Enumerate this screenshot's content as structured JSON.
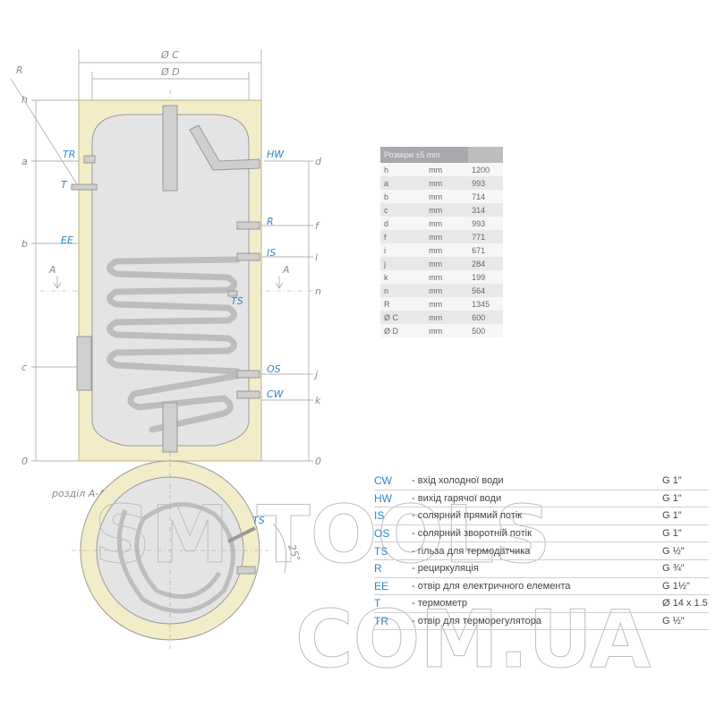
{
  "diagram": {
    "dimension_labels": {
      "oc": "Ø C",
      "od": "Ø D",
      "R": "R",
      "h": "h",
      "a": "a",
      "b": "b",
      "c": "c",
      "zero_left": "0",
      "d": "d",
      "f": "f",
      "i": "i",
      "n": "n",
      "j": "j",
      "k": "k",
      "zero_right": "0",
      "A_left": "A",
      "A_right": "A"
    },
    "connection_labels": {
      "TR": "TR",
      "T": "T",
      "EE": "EE",
      "HW": "HW",
      "R": "R",
      "IS": "IS",
      "TS": "TS",
      "OS": "OS",
      "CW": "CW"
    },
    "section": {
      "title": "розділ A-A",
      "ts": "TS",
      "angle": "25°"
    },
    "colors": {
      "insulation": "#f3ecc9",
      "tank": "#e4e4e4",
      "accent": "#2f86c3"
    }
  },
  "spec_table": {
    "header": "Розміри ±5 mm",
    "rows": [
      {
        "param": "h",
        "unit": "mm",
        "value": "1200"
      },
      {
        "param": "a",
        "unit": "mm",
        "value": "993"
      },
      {
        "param": "b",
        "unit": "mm",
        "value": "714"
      },
      {
        "param": "c",
        "unit": "mm",
        "value": "314"
      },
      {
        "param": "d",
        "unit": "mm",
        "value": "993"
      },
      {
        "param": "f",
        "unit": "mm",
        "value": "771"
      },
      {
        "param": "i",
        "unit": "mm",
        "value": "671"
      },
      {
        "param": "j",
        "unit": "mm",
        "value": "284"
      },
      {
        "param": "k",
        "unit": "mm",
        "value": "199"
      },
      {
        "param": "n",
        "unit": "mm",
        "value": "564"
      },
      {
        "param": "R",
        "unit": "mm",
        "value": "1345"
      },
      {
        "param": "Ø C",
        "unit": "mm",
        "value": "600"
      },
      {
        "param": "Ø D",
        "unit": "mm",
        "value": "500"
      }
    ]
  },
  "legend": [
    {
      "code": "CW",
      "desc": "- вхід холодної води",
      "size": "G 1\""
    },
    {
      "code": "HW",
      "desc": "- вихід гарячої води",
      "size": "G 1\""
    },
    {
      "code": "IS",
      "desc": "- солярний прямий потік",
      "size": "G 1\""
    },
    {
      "code": "OS",
      "desc": "- солярний зворотній потік",
      "size": "G 1\""
    },
    {
      "code": "TS",
      "desc": "- гільза для термодатчика",
      "size": "G ½\""
    },
    {
      "code": "R",
      "desc": "- рециркуляція",
      "size": "G ¾\""
    },
    {
      "code": "EE",
      "desc": "- отвір для електричного елемента",
      "size": "G 1½\""
    },
    {
      "code": "T",
      "desc": "- термометр",
      "size": "Ø 14 x 1.5"
    },
    {
      "code": "TR",
      "desc": "- отвір для терморегулятора",
      "size": "G ½\""
    }
  ],
  "watermark": {
    "line1": "SM TOOLS",
    "line2": "COM.UA"
  }
}
